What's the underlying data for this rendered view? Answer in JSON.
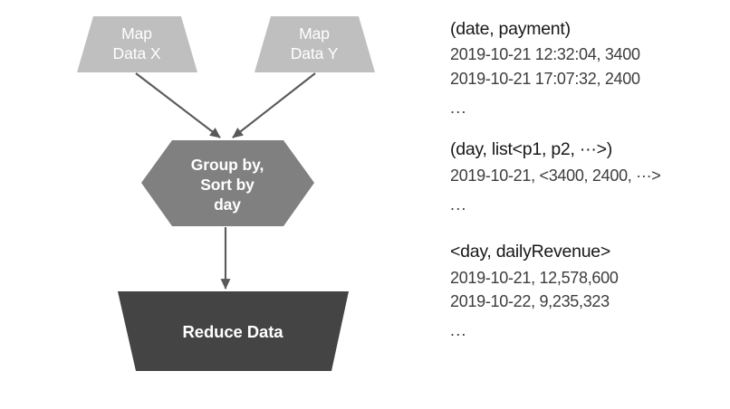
{
  "diagram": {
    "nodes": [
      {
        "id": "map-x",
        "label": "Map\nData X",
        "label_line1": "Map",
        "label_line2": "Data X",
        "shape": "trapezoid-inverted",
        "fill": "#BFBFBF"
      },
      {
        "id": "map-y",
        "label": "Map\nData Y",
        "label_line1": "Map",
        "label_line2": "Data Y",
        "shape": "trapezoid-inverted",
        "fill": "#BFBFBF"
      },
      {
        "id": "group-sort",
        "label": "Group by,\nSort by\nday",
        "label_line1": "Group by,",
        "label_line2": "Sort by",
        "label_line3": "day",
        "shape": "hexagon",
        "fill": "#808080"
      },
      {
        "id": "reduce",
        "label": "Reduce Data",
        "label_line1": "Reduce Data",
        "shape": "trapezoid",
        "fill": "#444444"
      }
    ],
    "edges": [
      {
        "from": "map-x",
        "to": "group-sort",
        "style": "arrow",
        "color": "#595959"
      },
      {
        "from": "map-y",
        "to": "group-sort",
        "style": "arrow",
        "color": "#595959"
      },
      {
        "from": "group-sort",
        "to": "reduce",
        "style": "arrow",
        "color": "#595959"
      }
    ],
    "colors": {
      "map_fill": "#BFBFBF",
      "group_fill": "#808080",
      "reduce_fill": "#444444",
      "arrow": "#595959",
      "label_text": "#FFFFFF"
    }
  },
  "annotations": [
    {
      "id": "map-output",
      "header": "(date, payment)",
      "lines": [
        "2019-10-21 12:32:04, 3400",
        "2019-10-21 17:07:32, 2400"
      ],
      "ellipsis": "..."
    },
    {
      "id": "shuffle-output",
      "header": "(day, list<p1, p2, ···>)",
      "lines": [
        "2019-10-21, <3400, 2400, ···>"
      ],
      "ellipsis": "..."
    },
    {
      "id": "reduce-output",
      "header": "<day, dailyRevenue>",
      "lines": [
        "2019-10-21, 12,578,600",
        "2019-10-22, 9,235,323"
      ],
      "ellipsis": "..."
    }
  ]
}
